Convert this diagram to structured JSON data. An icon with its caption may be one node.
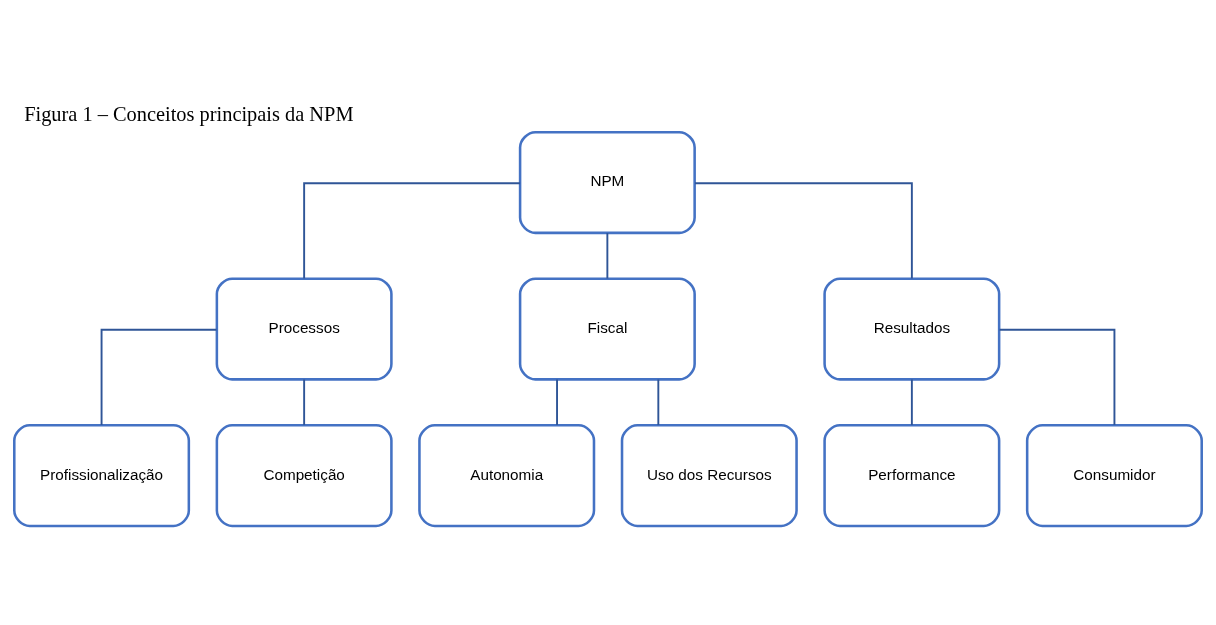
{
  "diagram": {
    "title": "Figura 1 – Conceitos principais da NPM",
    "nodes": [
      {
        "text": [
          "NPM"
        ]
      },
      {
        "text": [
          "Processos"
        ]
      },
      {
        "text": [
          "Fiscal"
        ]
      },
      {
        "text": [
          "Resultados"
        ]
      },
      {
        "text": [
          "Profissionalização"
        ]
      },
      {
        "text": [
          "Competição"
        ]
      },
      {
        "text": [
          "Autonomia"
        ]
      },
      {
        "text": [
          "Uso dos Recursos"
        ]
      },
      {
        "text": [
          "Performance"
        ]
      },
      {
        "text": [
          "Consumidor"
        ]
      }
    ],
    "edges": [
      {
        "from": 0,
        "to": 1,
        "arrow": "none"
      },
      {
        "from": 0,
        "to": 2,
        "arrow": "none"
      },
      {
        "from": 0,
        "to": 3,
        "arrow": "none"
      },
      {
        "from": 1,
        "to": 4,
        "arrow": "none"
      },
      {
        "from": 1,
        "to": 5,
        "arrow": "none"
      },
      {
        "from": 2,
        "to": 6,
        "arrow": "none"
      },
      {
        "from": 2,
        "to": 7,
        "arrow": "none"
      },
      {
        "from": 3,
        "to": 8,
        "arrow": "none"
      },
      {
        "from": 3,
        "to": 9,
        "arrow": "none"
      }
    ]
  }
}
